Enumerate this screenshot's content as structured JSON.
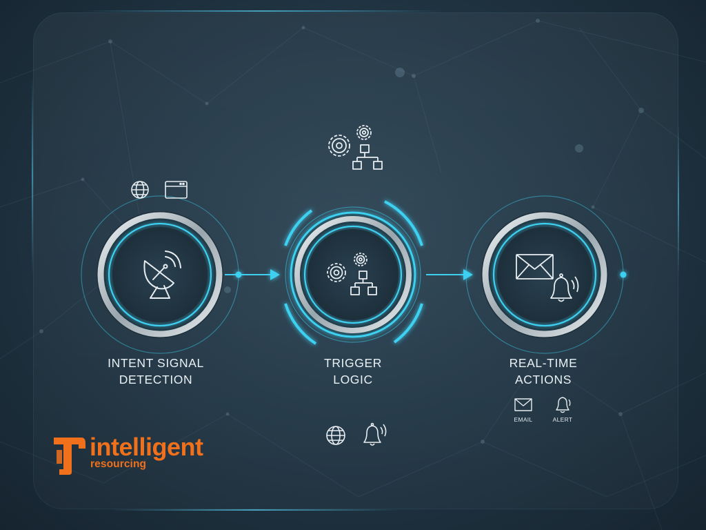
{
  "stages": [
    {
      "id": "intent",
      "line1": "INTENT SIGNAL",
      "line2": "DETECTION",
      "icon": "satellite-dish-icon",
      "top_icons": [
        "globe-icon",
        "browser-window-icon"
      ]
    },
    {
      "id": "trigger",
      "line1": "TRIGGER",
      "line2": "LOGIC",
      "icon": "gears-flowchart-icon",
      "top_icons": [
        "gears-flowchart-icon"
      ],
      "bottom_icons": [
        "globe-icon",
        "bell-icon"
      ]
    },
    {
      "id": "actions",
      "line1": "REAL-TIME",
      "line2": "ACTIONS",
      "icon": "envelope-bell-icon",
      "sub_items": [
        {
          "label": "EMAIL",
          "icon": "envelope-icon"
        },
        {
          "label": "ALERT",
          "icon": "bell-icon"
        }
      ]
    }
  ],
  "brand": {
    "word": "intelligent",
    "sub": "resourcing",
    "color": "#f0701c"
  },
  "colors": {
    "accent": "#3ed0f0",
    "ring": "#c9d2d8",
    "background": "#223746",
    "text": "#e9f1f5"
  }
}
